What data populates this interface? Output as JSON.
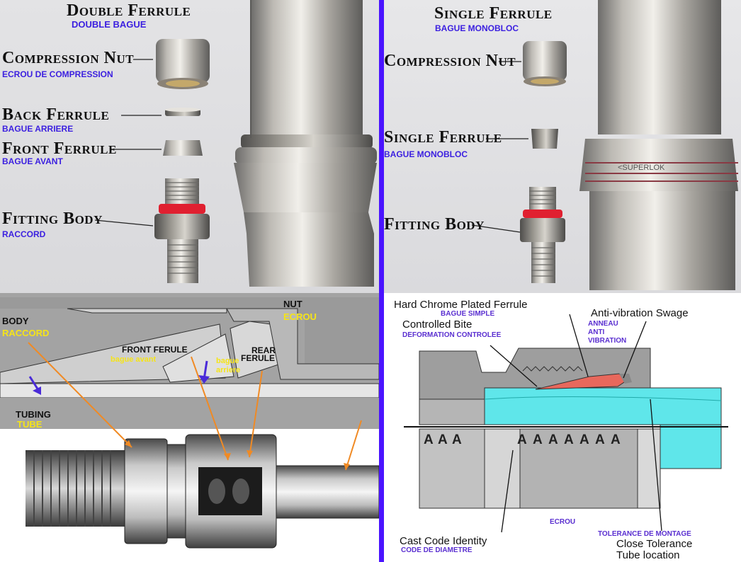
{
  "top_left": {
    "title": "Double Ferrule",
    "title_fr": "DOUBLE BAGUE",
    "compression_nut": "Compression Nut",
    "compression_nut_fr": "ECROU DE COMPRESSION",
    "back_ferrule": "Back Ferrule",
    "back_ferrule_fr": "BAGUE ARRIERE",
    "front_ferrule": "Front Ferrule",
    "front_ferrule_fr": "BAGUE AVANT",
    "fitting_body": "Fitting Body",
    "fitting_body_fr": "RACCORD"
  },
  "top_right": {
    "title": "Single Ferrule",
    "title_fr": "BAGUE MONOBLOC",
    "compression_nut": "Compression Nut",
    "single_ferrule": "Single Ferrule",
    "single_ferrule_fr": "BAGUE MONOBLOC",
    "fitting_body": "Fitting Body",
    "engraving": "<SUPERLOK"
  },
  "bottom_left": {
    "nut": "NUT",
    "nut_fr": "ECROU",
    "body": "BODY",
    "body_fr": "RACCORD",
    "front_ferule": "FRONT FERULE",
    "front_ferule_fr": "bague avant",
    "rear_ferule_1": "REAR",
    "rear_ferule_2": "FERULE",
    "rear_ferule_fr_1": "bague",
    "rear_ferule_fr_2": "arriere",
    "tubing": "TUBING",
    "tubing_fr": "TUBE"
  },
  "bottom_right": {
    "hard_chrome": "Hard Chrome Plated Ferrule",
    "hard_chrome_fr": "BAGUE SIMPLE",
    "controlled_bite": "Controlled Bite",
    "controlled_bite_fr": "DEFORMATION CONTROLEE",
    "anti_vibration": "Anti-vibration Swage",
    "anti_vibration_fr_1": "ANNEAU",
    "anti_vibration_fr_2": "ANTI",
    "anti_vibration_fr_3": "VIBRATION",
    "ecrou": "ECROU",
    "cast_code": "Cast Code Identity",
    "cast_code_fr": "CODE DE DIAMETRE",
    "tolerance_fr": "TOLERANCE DE MONTAGE",
    "close_tolerance_1": "Close Tolerance",
    "close_tolerance_2": "Tube location",
    "thread_mark": "A"
  },
  "colors": {
    "divider": "#4a14ff",
    "french_label": "#3b1fe0",
    "yellow_label": "#f5e418",
    "arrow_orange": "#f08a24",
    "arrow_blue": "#4a2bd8",
    "tube_cyan": "#5fe6ea",
    "ferrule_red": "#e8685c"
  }
}
